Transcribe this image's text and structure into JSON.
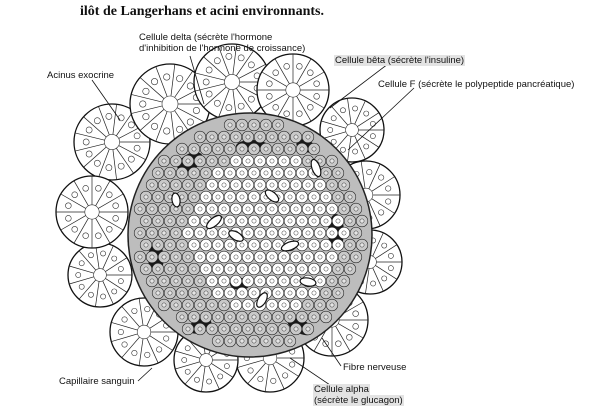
{
  "title": "ilôt de Langerhans et acini environnants.",
  "labels": {
    "delta_1": "Cellule delta (sécrète l'hormone",
    "delta_2": "d'inhibition de l'hormone de croissance)",
    "beta": "Cellule bêta (sécrète l'insuline)",
    "acinus": "Acinus exocrine",
    "f_cell": "Cellule F (sécrète le polypeptide pancréatique)",
    "fibre": "Fibre nerveuse",
    "capillaire": "Capillaire sanguin",
    "alpha_1": "Cellule alpha",
    "alpha_2": "(sécrète le glucagon)"
  }
}
